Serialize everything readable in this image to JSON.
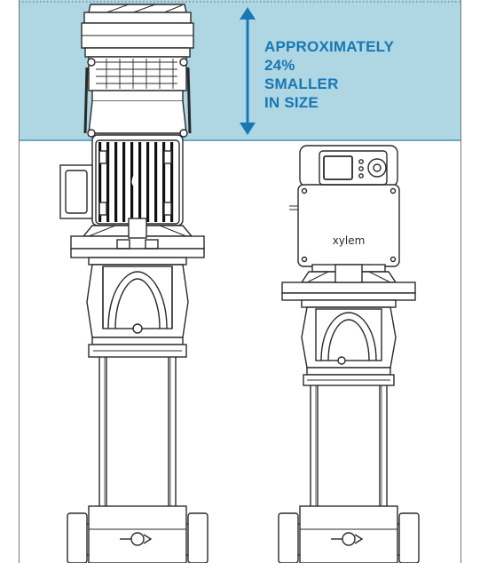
{
  "colors": {
    "band": "#aed6e3",
    "band_edge": "#6aa9c4",
    "accent": "#1877b5",
    "line": "#2a2a2a",
    "motor_fill": "#111111"
  },
  "callout": {
    "lines": [
      "APPROXIMATELY",
      "24%",
      "SMALLER",
      "IN SIZE"
    ]
  },
  "controller": {
    "brand": "xylem"
  },
  "icons": {
    "size_arrow": "double-arrow-vertical-icon",
    "flow_direction": "flow-arrow-icon"
  }
}
